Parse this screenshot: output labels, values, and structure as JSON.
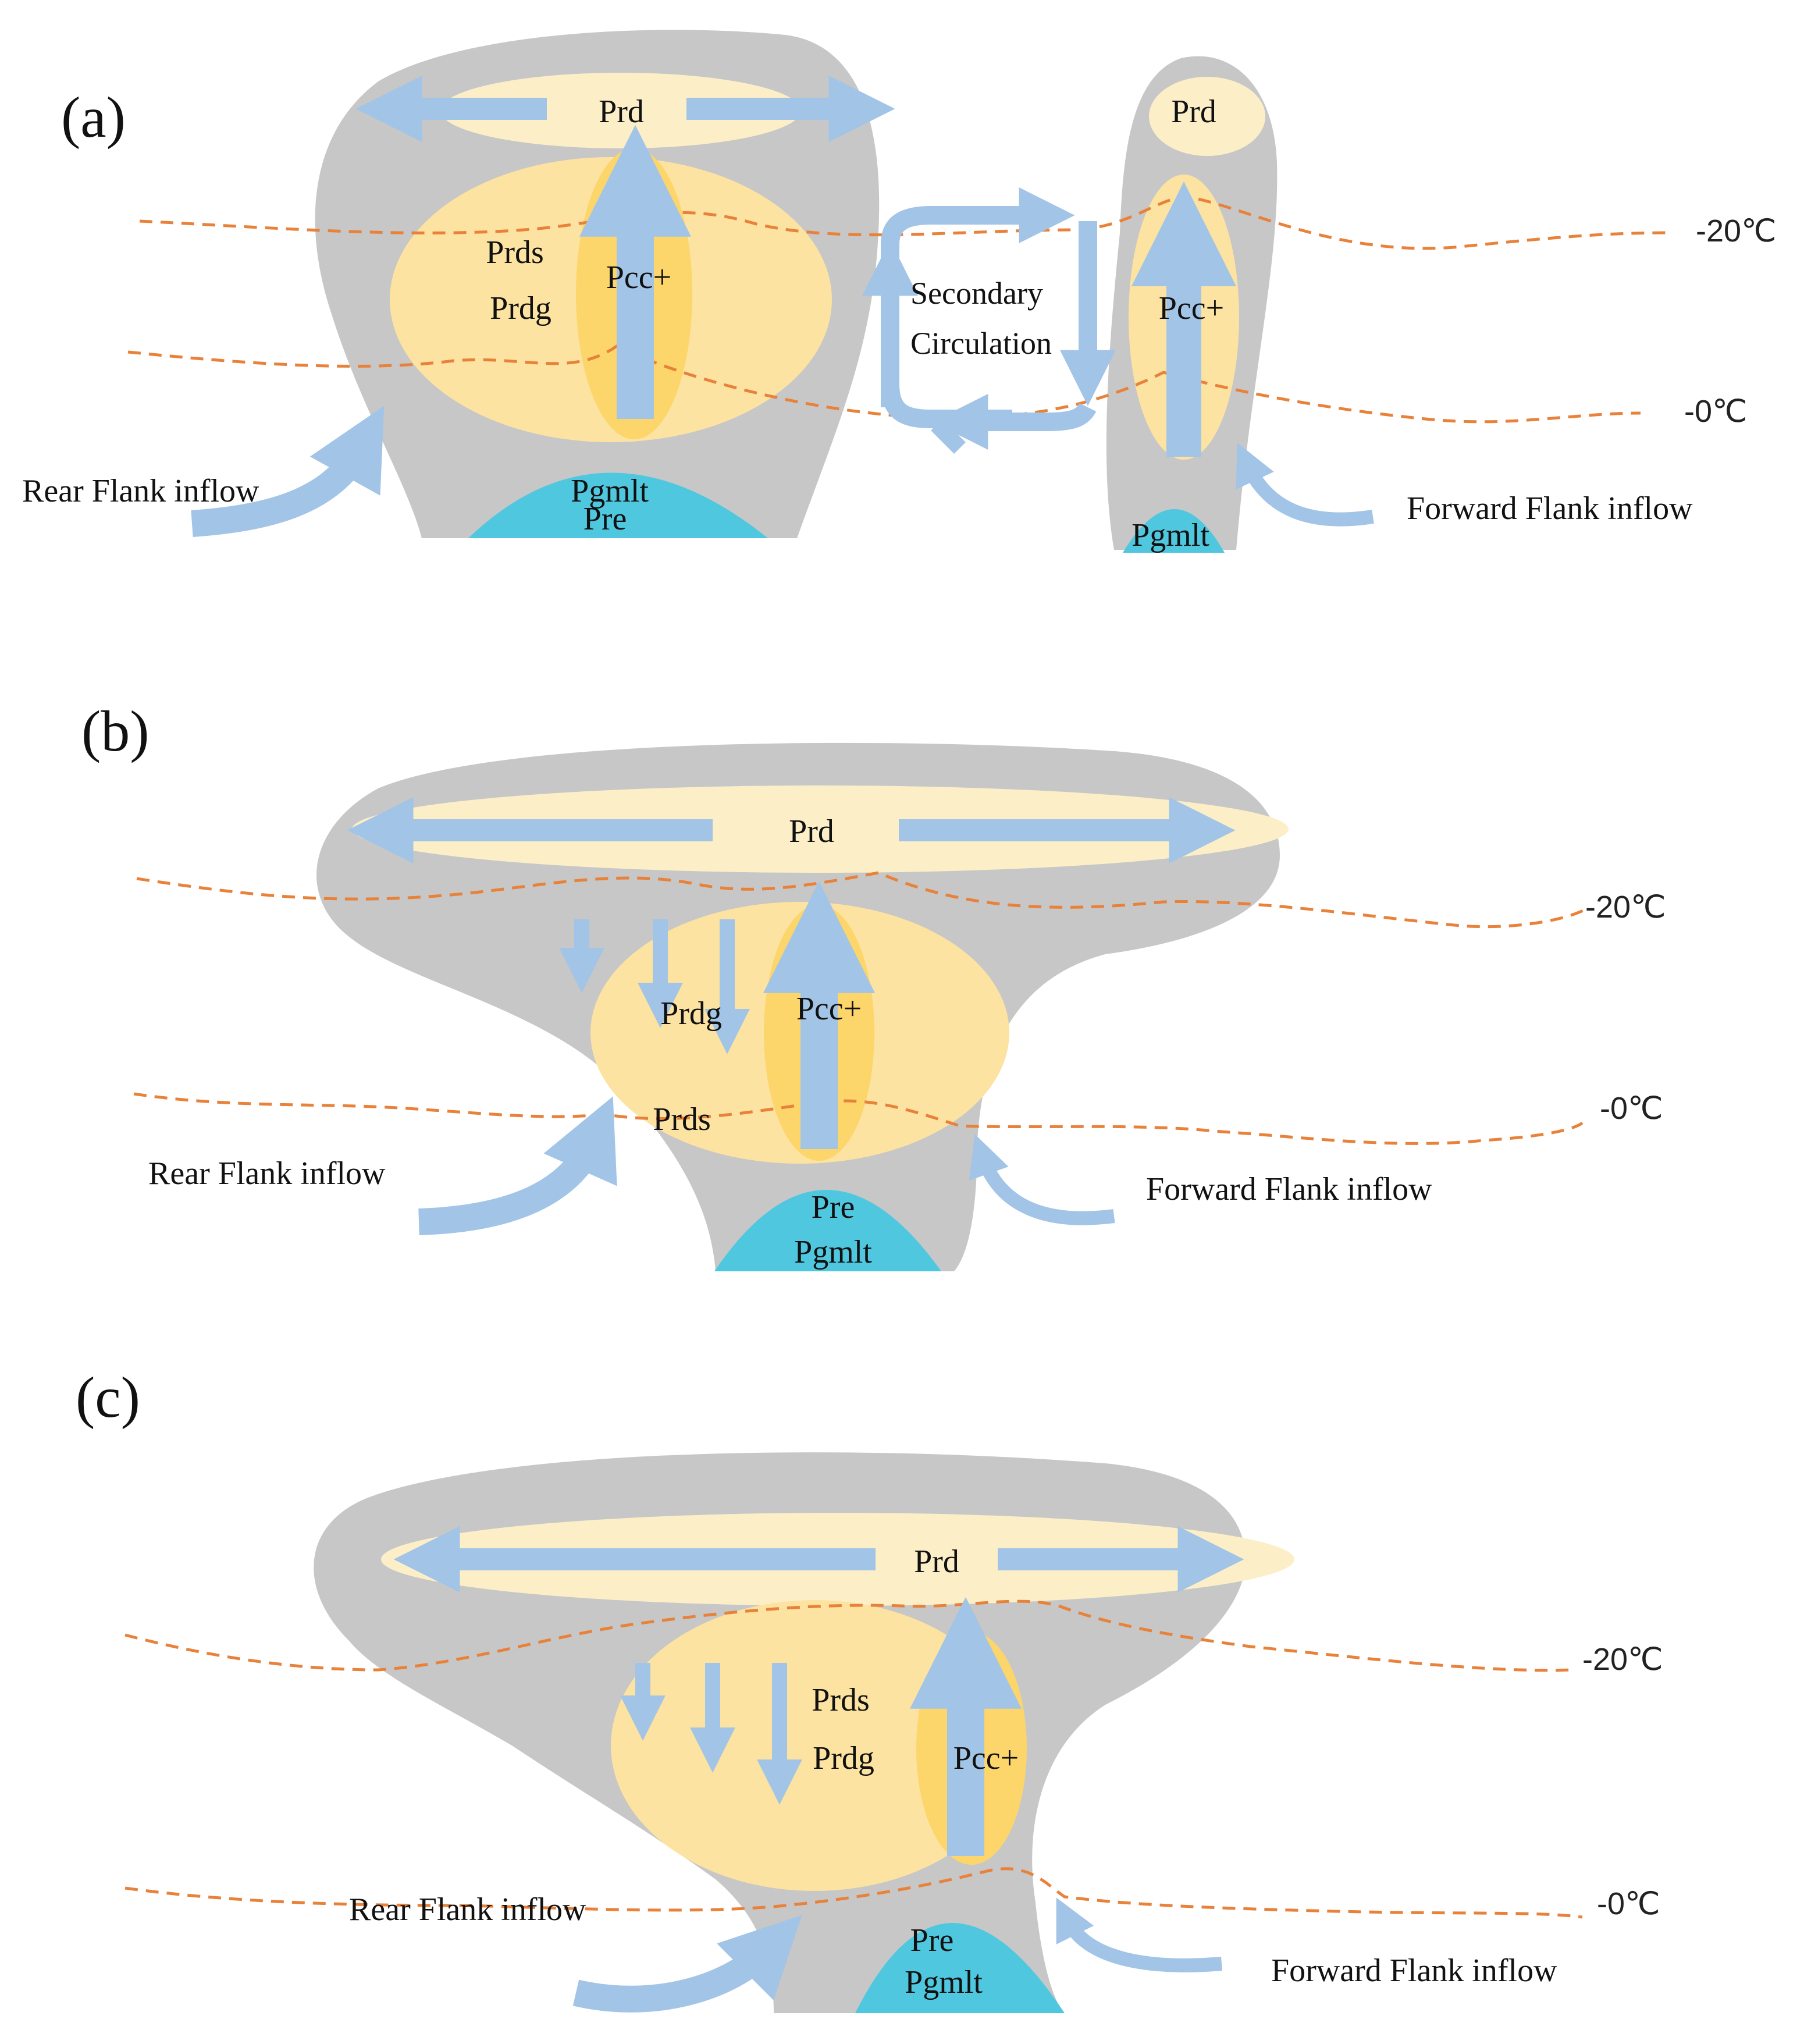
{
  "colors": {
    "cloud": "#C7C7C7",
    "pale_yellow": "#FCEFC8",
    "yellow": "#FDE3A1",
    "deep_yellow": "#FCD56B",
    "flow_arrow": "#A2C4E6",
    "melt_region": "#4FC7DF",
    "isotherm": "#E8823A"
  },
  "panels": {
    "a": {
      "label": "(a)",
      "anvil": "Prd",
      "right_anvil": "Prd",
      "core_label_1": "Prds",
      "core_label_2": "Prdg",
      "updraft": "Pcc+",
      "right_updraft": "Pcc+",
      "secondary_1": "Secondary",
      "secondary_2": "Circulation",
      "base_1": "Pgmlt",
      "base_2": "Pre",
      "right_base": "Pgmlt",
      "temp_upper": "-20℃",
      "temp_lower": "-0℃",
      "rear_inflow": "Rear Flank inflow",
      "forward_inflow": "Forward Flank inflow"
    },
    "b": {
      "label": "(b)",
      "anvil": "Prd",
      "core_label_1": "Prdg",
      "core_label_2": "Prds",
      "updraft": "Pcc+",
      "base_1": "Pre",
      "base_2": "Pgmlt",
      "temp_upper": "-20℃",
      "temp_lower": "-0℃",
      "rear_inflow": "Rear Flank inflow",
      "forward_inflow": "Forward Flank inflow"
    },
    "c": {
      "label": "(c)",
      "anvil": "Prd",
      "core_label_1": "Prds",
      "core_label_2": "Prdg",
      "updraft": "Pcc+",
      "base_1": "Pre",
      "base_2": "Pgmlt",
      "temp_upper": "-20℃",
      "temp_lower": "-0℃",
      "rear_inflow": "Rear Flank inflow",
      "forward_inflow": "Forward Flank inflow"
    }
  }
}
